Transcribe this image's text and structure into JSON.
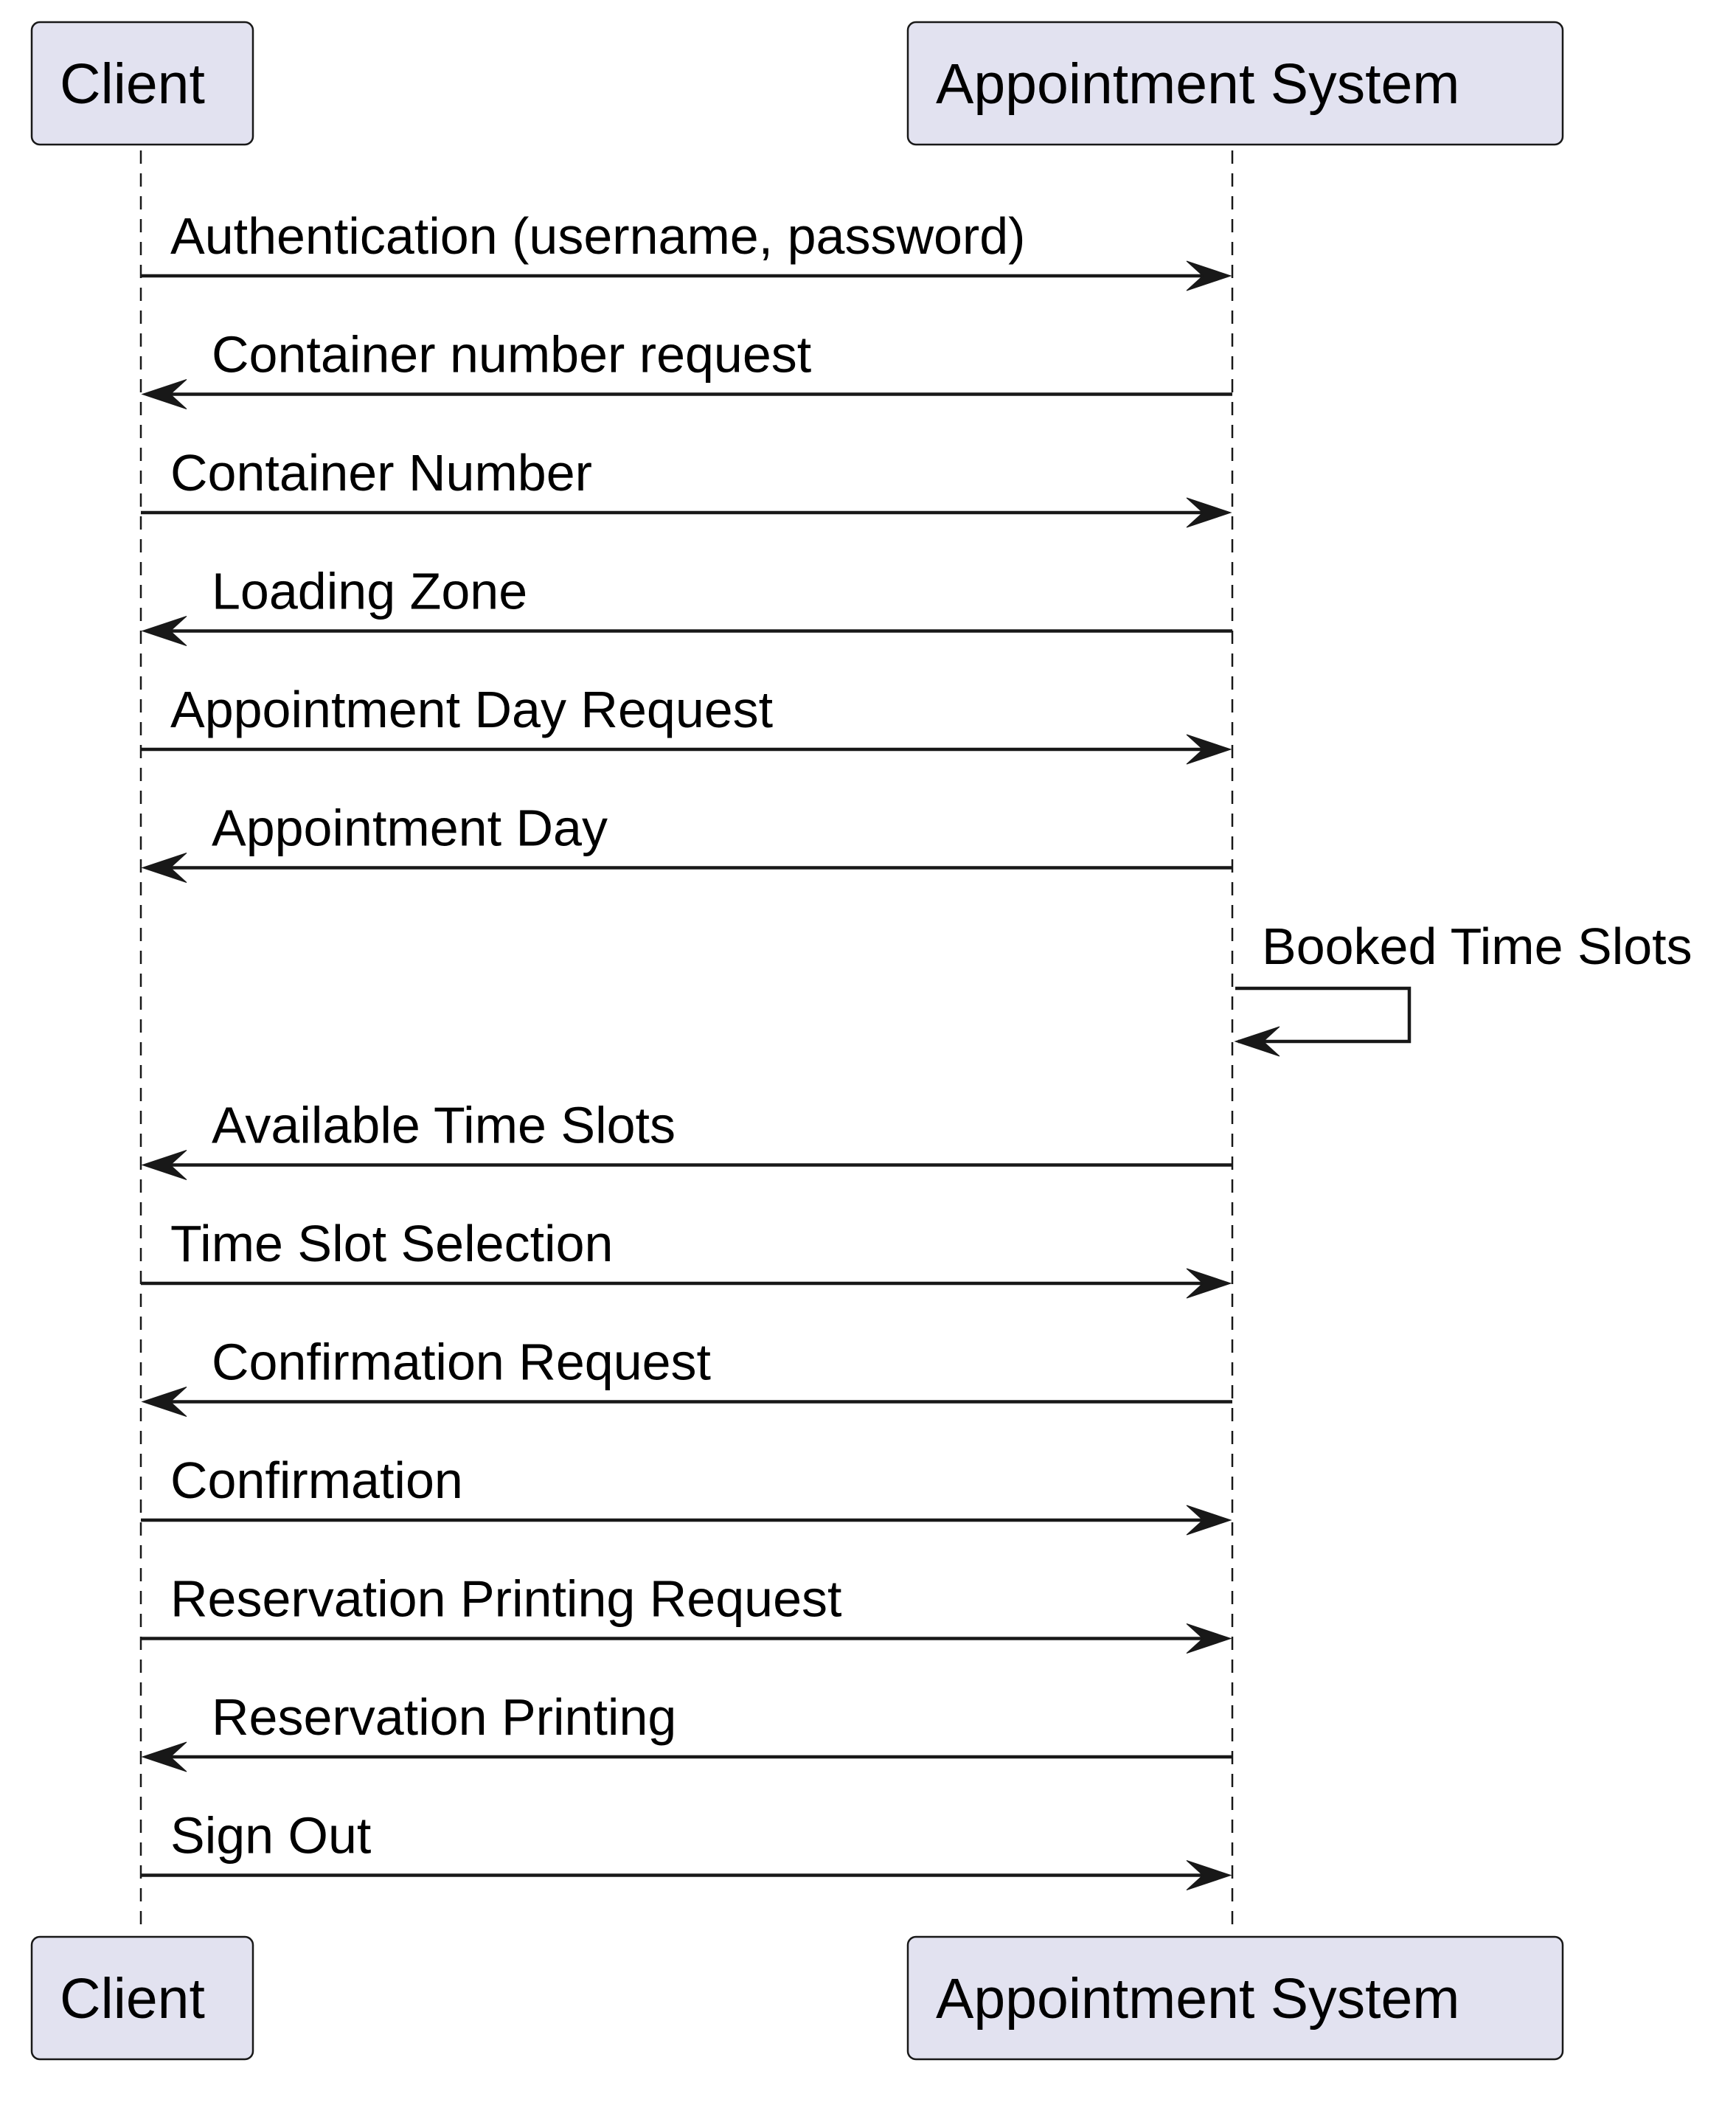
{
  "participants": [
    {
      "id": "client",
      "label": "Client"
    },
    {
      "id": "system",
      "label": "Appointment System"
    }
  ],
  "messages": [
    {
      "from": "client",
      "to": "system",
      "label": "Authentication (username, password)"
    },
    {
      "from": "system",
      "to": "client",
      "label": "Container number request"
    },
    {
      "from": "client",
      "to": "system",
      "label": "Container Number"
    },
    {
      "from": "system",
      "to": "client",
      "label": "Loading Zone"
    },
    {
      "from": "client",
      "to": "system",
      "label": "Appointment Day Request"
    },
    {
      "from": "system",
      "to": "client",
      "label": "Appointment Day"
    },
    {
      "from": "system",
      "to": "system",
      "label": "Booked Time Slots"
    },
    {
      "from": "system",
      "to": "client",
      "label": "Available Time Slots"
    },
    {
      "from": "client",
      "to": "system",
      "label": "Time Slot Selection"
    },
    {
      "from": "system",
      "to": "client",
      "label": "Confirmation Request"
    },
    {
      "from": "client",
      "to": "system",
      "label": "Confirmation"
    },
    {
      "from": "client",
      "to": "system",
      "label": "Reservation Printing Request"
    },
    {
      "from": "system",
      "to": "client",
      "label": "Reservation Printing"
    },
    {
      "from": "client",
      "to": "system",
      "label": "Sign Out"
    }
  ],
  "colors": {
    "participant_fill": "#e2e2f0",
    "line": "#181818",
    "text": "#000000"
  }
}
